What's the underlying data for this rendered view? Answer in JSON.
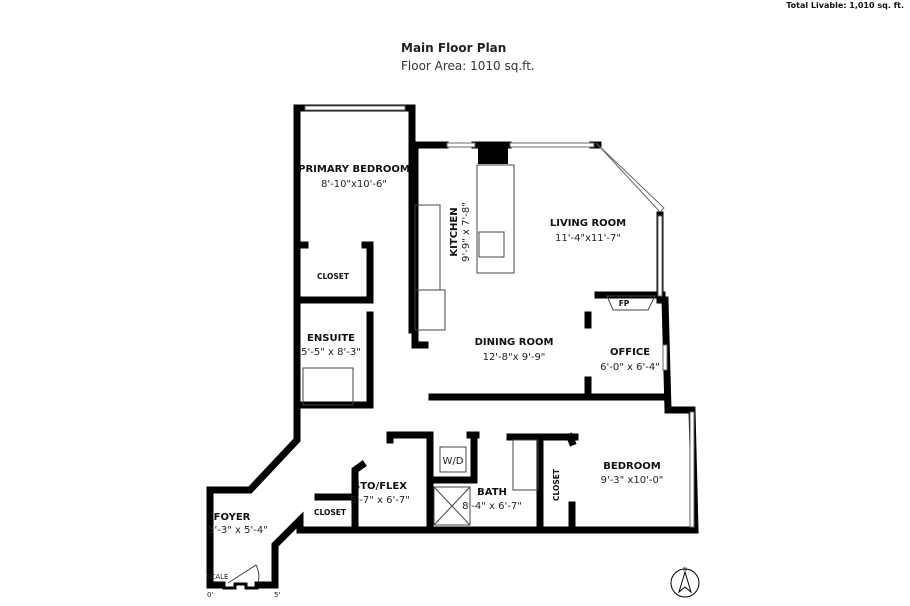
{
  "header": {
    "total_livable": "Total Livable: 1,010 sq. ft.",
    "title": "Main Floor Plan",
    "floor_area": "Floor Area: 1010 sq.ft."
  },
  "rooms": {
    "primary_bedroom": {
      "name": "PRIMARY BEDROOM",
      "dims": "8'-10\"x10'-6\""
    },
    "closet_primary": {
      "name": "CLOSET"
    },
    "ensuite": {
      "name": "ENSUITE",
      "dims": "5'-5\" x 8'-3\""
    },
    "kitchen": {
      "name": "KITCHEN",
      "dims": "9'-9\" x 7'-8\""
    },
    "living_room": {
      "name": "LIVING ROOM",
      "dims": "11'-4\"x11'-7\""
    },
    "fireplace": {
      "name": "FP"
    },
    "dining_room": {
      "name": "DINING ROOM",
      "dims": "12'-8\"x 9'-9\""
    },
    "office": {
      "name": "OFFICE",
      "dims": "6'-0\" x 6'-4\""
    },
    "washer_dryer": {
      "name": "W/D"
    },
    "bath": {
      "name": "BATH",
      "dims": "8'-4\" x 6'-7\""
    },
    "closet_bedroom": {
      "name": "CLOSET"
    },
    "bedroom": {
      "name": "BEDROOM",
      "dims": "9'-3\" x10'-0\""
    },
    "sto_flex": {
      "name": "STO/FLEX",
      "dims": "5'-7\" x 6'-7\""
    },
    "closet_foyer": {
      "name": "CLOSET"
    },
    "foyer": {
      "name": "FOYER",
      "dims": "5'-3\" x 5'-4\""
    }
  },
  "scale": {
    "label": "SCALE",
    "start": "0'",
    "end": "5'"
  },
  "compass": {
    "label": "N"
  }
}
